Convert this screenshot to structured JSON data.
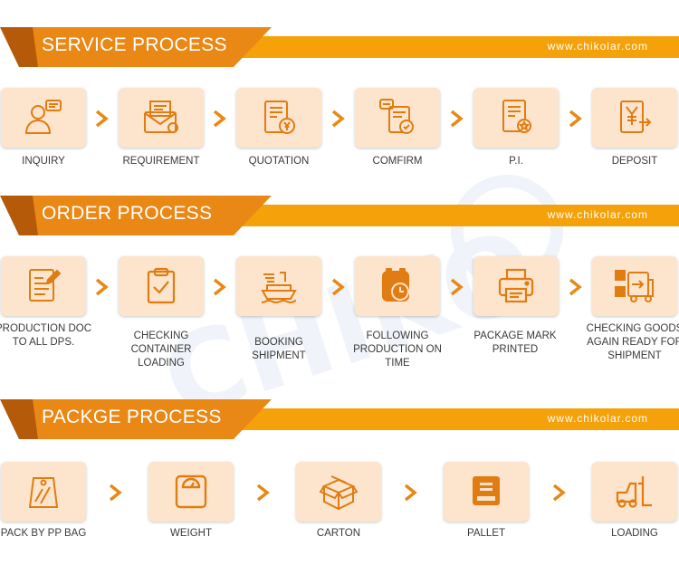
{
  "colors": {
    "orange": "#e98814",
    "gold": "#f5a10a",
    "icon": "#e07c12",
    "box": "#fde4cc",
    "text": "#3a3a3a"
  },
  "sections": [
    {
      "title": "SERVICE PROCESS",
      "url": "www.chikolar.com",
      "steps": [
        {
          "label": "INQUIRY",
          "icon": "user-message-icon"
        },
        {
          "label": "REQUIREMENT",
          "icon": "envelope-document-icon"
        },
        {
          "label": "QUOTATION",
          "icon": "quotation-yen-icon"
        },
        {
          "label": "COMFIRM",
          "icon": "confirm-document-icon"
        },
        {
          "label": "P.I.",
          "icon": "proforma-invoice-icon"
        },
        {
          "label": "DEPOSIT",
          "icon": "deposit-yen-icon"
        }
      ]
    },
    {
      "title": "ORDER PROCESS",
      "url": "www.chikolar.com",
      "steps": [
        {
          "label": "PRODUCTION DOC TO ALL DPS.",
          "icon": "production-doc-icon"
        },
        {
          "label": "CHECKING CONTAINER LOADING",
          "icon": "clipboard-check-icon"
        },
        {
          "label": "BOOKING SHIPMENT",
          "icon": "ship-icon"
        },
        {
          "label": "FOLLOWING PRODUCTION ON TIME",
          "icon": "clock-folder-icon"
        },
        {
          "label": "PACKAGE MARK PRINTED",
          "icon": "printer-icon"
        },
        {
          "label": "CHECKING GOODS AGAIN READY FOR SHIPMENT",
          "icon": "truck-boxes-icon"
        }
      ]
    },
    {
      "title": "PACKGE PROCESS",
      "url": "www.chikolar.com",
      "steps": [
        {
          "label": "PACK BY PP BAG",
          "icon": "pp-bag-icon"
        },
        {
          "label": "WEIGHT",
          "icon": "scale-icon"
        },
        {
          "label": "CARTON",
          "icon": "carton-box-icon"
        },
        {
          "label": "PALLET",
          "icon": "pallet-icon"
        },
        {
          "label": "LOADING",
          "icon": "forklift-icon"
        }
      ]
    }
  ]
}
